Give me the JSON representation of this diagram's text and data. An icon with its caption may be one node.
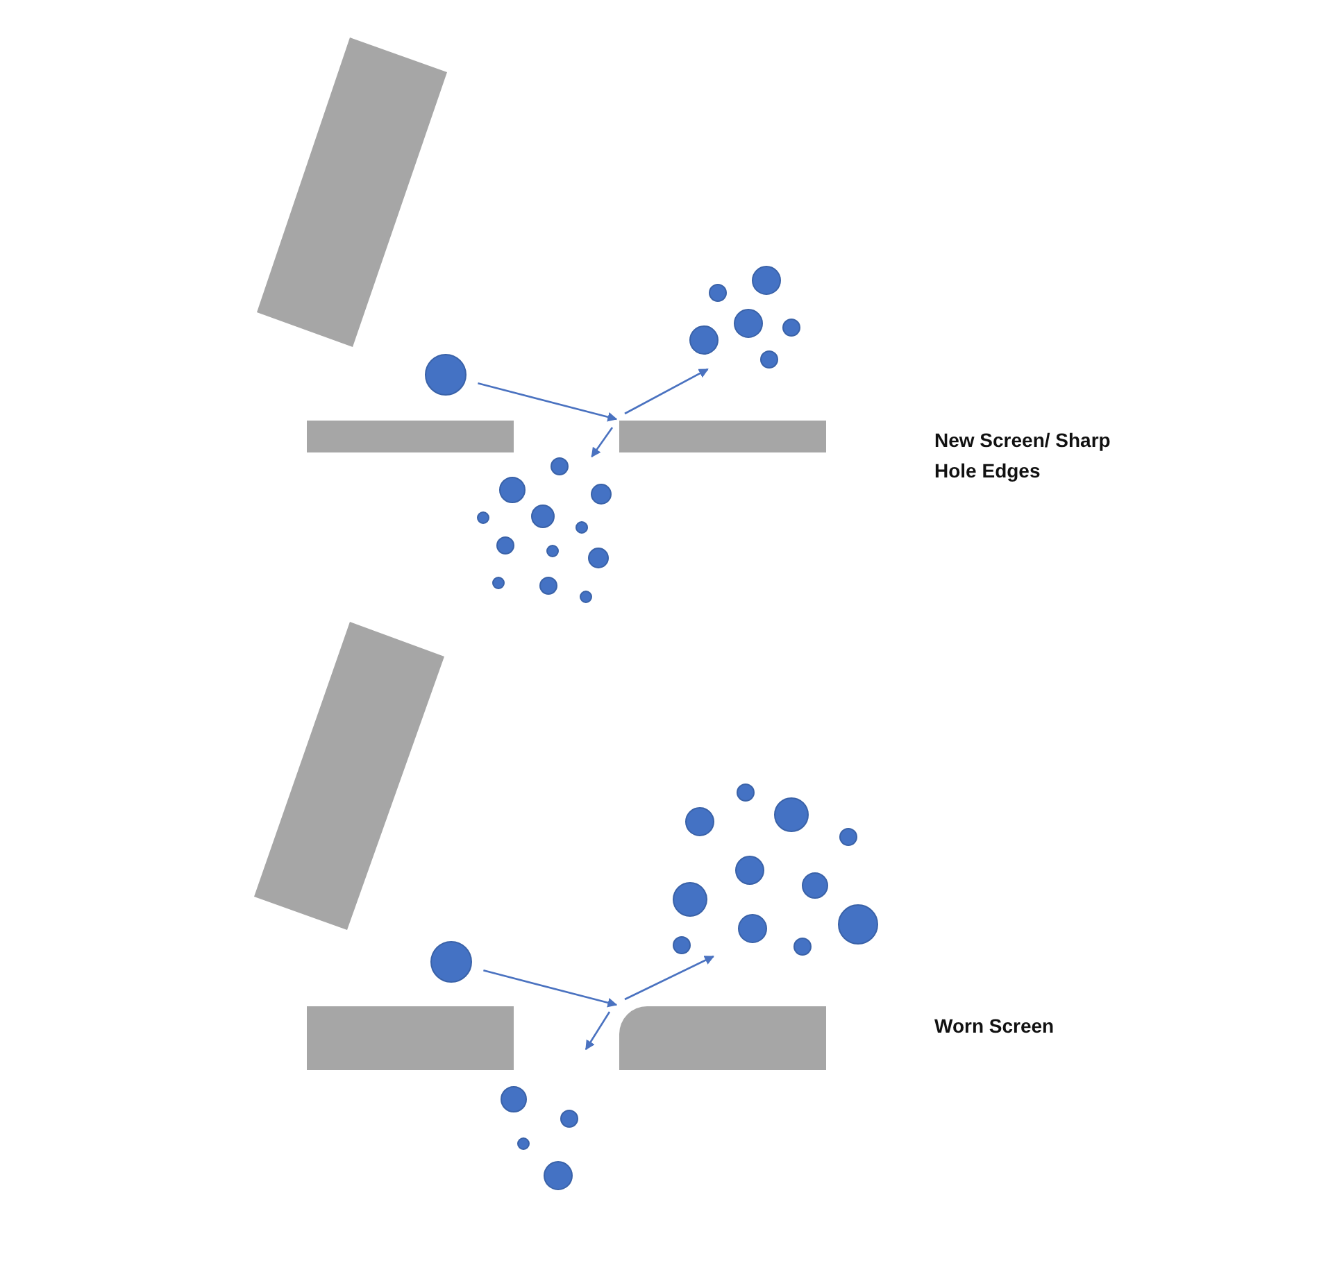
{
  "diagram": {
    "nodes": [
      {
        "text": [],
        "shape": "circle"
      },
      {
        "text": [],
        "shape": "box"
      },
      {
        "text": [],
        "shape": "box"
      },
      {
        "text": [],
        "shape": "droplets"
      },
      {
        "text": [],
        "shape": "droplets"
      },
      {
        "text": [],
        "shape": "circle"
      },
      {
        "text": [],
        "shape": "box"
      },
      {
        "text": [],
        "shape": "box"
      },
      {
        "text": [],
        "shape": "droplets"
      },
      {
        "text": [],
        "shape": "droplets"
      }
    ],
    "edges": [
      {
        "from": 0,
        "to": 2,
        "arrow": "to"
      },
      {
        "from": 2,
        "to": 3,
        "arrow": "to"
      },
      {
        "from": 2,
        "to": 4,
        "arrow": "to"
      },
      {
        "from": 5,
        "to": 7,
        "arrow": "to"
      },
      {
        "from": 7,
        "to": 8,
        "arrow": "to"
      },
      {
        "from": 7,
        "to": null,
        "arrow": "to"
      }
    ],
    "labels": [
      "New Screen/ Sharp Hole Edges",
      "Worn Screen"
    ]
  }
}
